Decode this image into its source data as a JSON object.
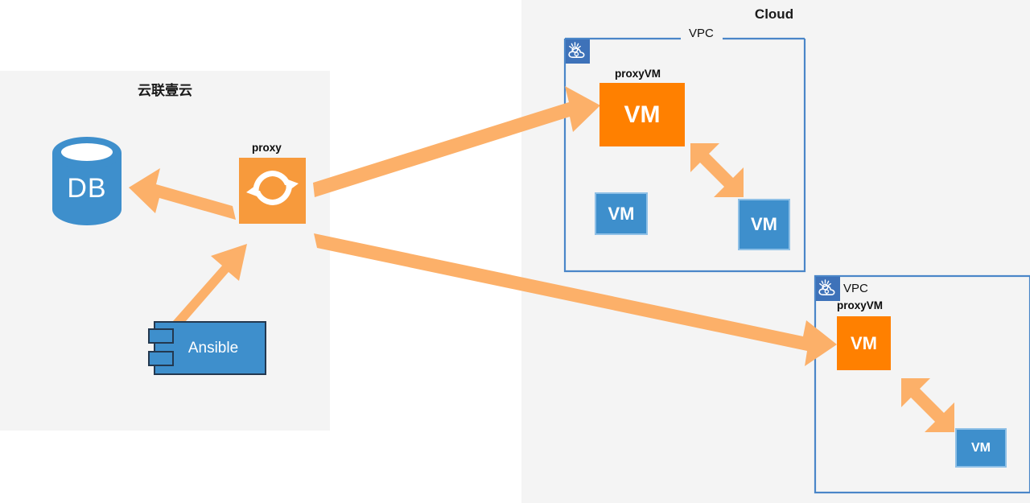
{
  "diagram": {
    "panels": {
      "onprem": {
        "title": "云联壹云",
        "bg": "#f4f4f4"
      },
      "cloud": {
        "title": "Cloud",
        "bg": "#f4f4f4"
      }
    },
    "colors": {
      "orange_proxy": "#f79a3c",
      "orange_vm": "#ff8000",
      "arrow_orange": "#fcb069",
      "blue_node": "#3e8fcc",
      "blue_border": "#4a86c8",
      "panel_gray": "#f4f4f4",
      "white": "#ffffff",
      "dark_outline": "#23384f"
    },
    "onprem_nodes": [
      {
        "id": "db",
        "label": "DB",
        "kind": "database-cylinder"
      },
      {
        "id": "proxy",
        "label": "proxy",
        "kind": "sync-service",
        "glyph": "sync-arrows-icon"
      },
      {
        "id": "ansible",
        "label": "Ansible",
        "kind": "uml-component"
      }
    ],
    "vpcs": [
      {
        "id": "vpc1",
        "label": "VPC",
        "icon": "cloud-vpc-icon",
        "proxy_vm": {
          "label": "proxyVM",
          "text": "VM"
        },
        "vms": [
          {
            "text": "VM"
          },
          {
            "text": "VM"
          }
        ]
      },
      {
        "id": "vpc2",
        "label": "VPC",
        "icon": "cloud-vpc-icon",
        "proxy_vm": {
          "label": "proxyVM",
          "text": "VM"
        },
        "vms": [
          {
            "text": "VM"
          }
        ]
      }
    ],
    "connections": [
      {
        "id": "proxy-to-db",
        "from": "proxy",
        "to": "db",
        "heads": "single"
      },
      {
        "id": "ansible-to-proxy",
        "from": "ansible",
        "to": "proxy",
        "heads": "single"
      },
      {
        "id": "proxy-to-proxyvm1",
        "from": "proxy",
        "to": "proxyVM1",
        "heads": "double"
      },
      {
        "id": "proxy-to-proxyvm2",
        "from": "proxy",
        "to": "proxyVM2",
        "heads": "double"
      },
      {
        "id": "proxyvm1-to-vm",
        "from": "proxyVM1",
        "to": "vm-vpc1-b",
        "heads": "double"
      },
      {
        "id": "proxyvm2-to-vm",
        "from": "proxyVM2",
        "to": "vm-vpc2-a",
        "heads": "double"
      }
    ]
  }
}
